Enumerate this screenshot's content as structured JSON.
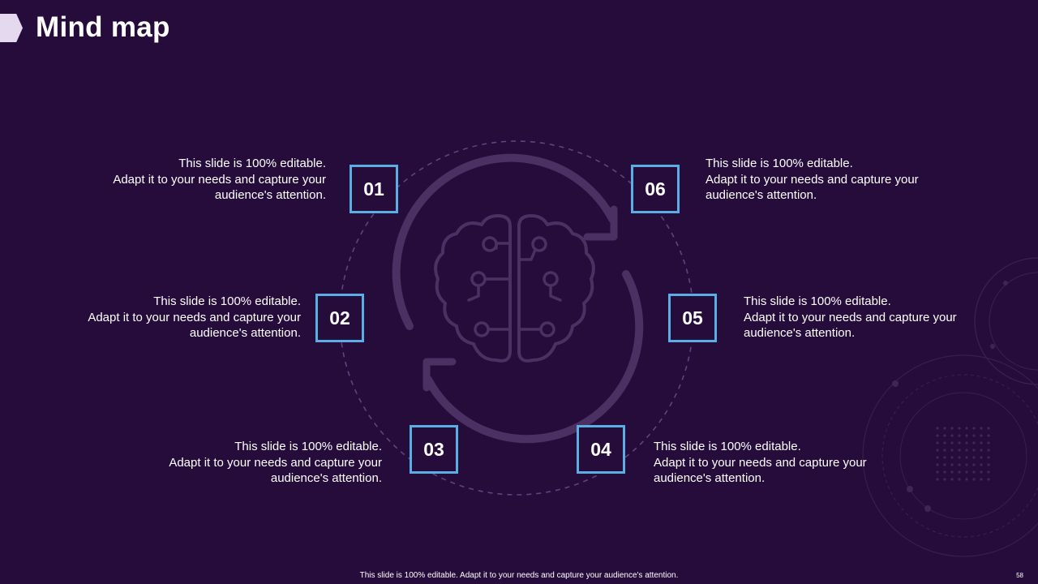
{
  "title": "Mind map",
  "colors": {
    "background": "#260c3b",
    "box_border": "#5aaee3",
    "icon": "#4a3063",
    "title_tab": "#e4d9ee"
  },
  "center_icon": "brain-refresh-icon",
  "items": [
    {
      "number": "01",
      "line1": "This slide is 100% editable.",
      "line2": "Adapt it to your needs and capture your",
      "line3": "audience's attention."
    },
    {
      "number": "02",
      "line1": "This slide is 100% editable.",
      "line2": "Adapt it to your needs and capture your",
      "line3": "audience's attention."
    },
    {
      "number": "03",
      "line1": "This slide is 100% editable.",
      "line2": "Adapt it to your needs and capture your",
      "line3": "audience's attention."
    },
    {
      "number": "04",
      "line1": "This slide is 100% editable.",
      "line2": "Adapt it to your needs and capture your",
      "line3": "audience's attention."
    },
    {
      "number": "05",
      "line1": "This slide is 100% editable.",
      "line2": "Adapt it to your needs and capture your",
      "line3": "audience's attention."
    },
    {
      "number": "06",
      "line1": "This slide is 100% editable.",
      "line2": "Adapt it to your needs and capture your",
      "line3": "audience's attention."
    }
  ],
  "footer": "This slide is 100% editable.  Adapt it to your needs and capture your audience's attention.",
  "page_number": "58"
}
